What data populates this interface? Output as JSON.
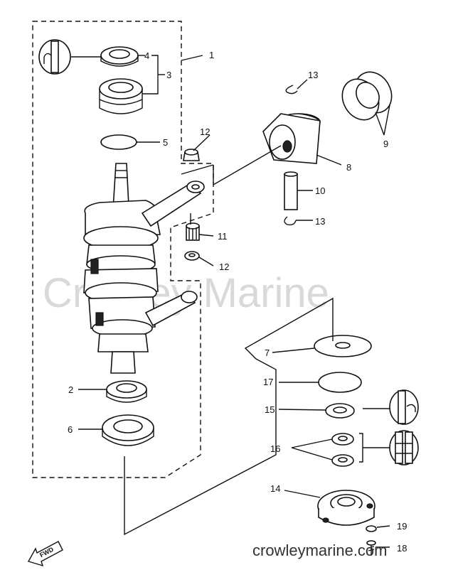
{
  "watermark": "Crowley Marine",
  "url": "crowleymarine.com",
  "fwd": "FWD",
  "parts": {
    "p1": "1",
    "p2": "2",
    "p3": "3",
    "p4": "4",
    "p5": "5",
    "p6": "6",
    "p7": "7",
    "p8": "8",
    "p9": "9",
    "p10": "10",
    "p11": "11",
    "p12a": "12",
    "p12b": "12",
    "p13a": "13",
    "p13b": "13",
    "p14": "14",
    "p15": "15",
    "p16": "16",
    "p17": "17",
    "p18": "18",
    "p19": "19"
  }
}
